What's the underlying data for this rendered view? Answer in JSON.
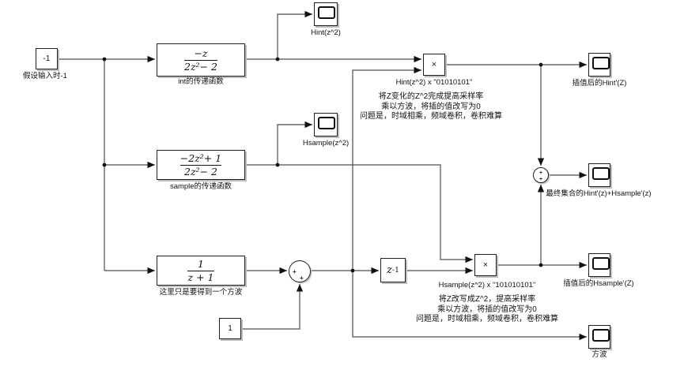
{
  "canvas": {
    "bg": "#ffffff",
    "wire_color": "#4d4d4d",
    "block_border": "#1f1f1f"
  },
  "blocks": {
    "const_input": {
      "value": "-1",
      "label": "假设输入时-1"
    },
    "tf_int": {
      "num": "−z",
      "den": "2z²− 2",
      "label": "int的传递函数"
    },
    "tf_sample": {
      "num": "−2z²+ 1",
      "den": "2z²− 2",
      "label": "sample的传递函数"
    },
    "tf_square": {
      "num": "1",
      "den": "z + 1",
      "label": "这里只是要得到一个方波"
    },
    "scope_hint": {
      "label": "Hint(z^2)"
    },
    "scope_hsample": {
      "label": "Hsample(z^2)"
    },
    "product_hint": {
      "operator": "×",
      "label": "Hint(z^2) x \"01010101\""
    },
    "product_hsample": {
      "operator": "×",
      "label": "Hsample(z^2) x \"101010101\""
    },
    "sum_square": {
      "sign_left": "+",
      "sign_bottom": "+"
    },
    "sum_final": {
      "sign_top": "+",
      "sign_bottom": "+"
    },
    "unit_delay": {
      "base": "z",
      "exponent": "-1"
    },
    "const_one": {
      "value": "1"
    },
    "scope_hint_interp": {
      "label": "插值后的Hint'(Z)"
    },
    "scope_sum": {
      "label": "最终集合的Hint'(z)+Hsample'(z)"
    },
    "scope_hsample_interp": {
      "label": "插值后的Hsample'(Z)"
    },
    "scope_square": {
      "label": "方波"
    }
  },
  "annotations": {
    "upper": {
      "line1": "将Z变化的Z^2完成提高采样率",
      "line2": "乘以方波，将插的值改写为0",
      "line3": "问题是，时域相乘，频域卷积，卷积难算"
    },
    "lower": {
      "line1": "将Z改写成Z^2，提高采样率",
      "line2": "乘以方波，将插的值改写为0",
      "line3": "问题是，时域相乘，频域卷积，卷积难算"
    }
  }
}
